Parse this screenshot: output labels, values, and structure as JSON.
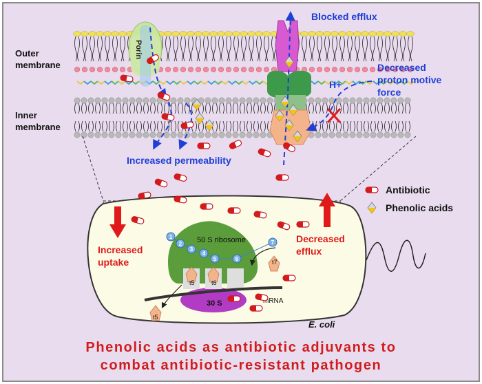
{
  "membrane": {
    "outer_label_1": "Outer",
    "outer_label_2": "membrane",
    "inner_label_1": "Inner",
    "inner_label_2": "membrane",
    "porin_label": "Porin",
    "blocked_efflux": "Blocked efflux",
    "pmf_1": "Decreased",
    "pmf_2": "proton motive",
    "pmf_3": "force",
    "proton": "H+",
    "increased_permeability": "Increased permeability"
  },
  "legend": {
    "antibiotic": "Antibiotic",
    "phenolic_acids": "Phenolic acids"
  },
  "cell": {
    "increased_uptake_1": "Increased",
    "increased_uptake_2": "uptake",
    "decreased_efflux_1": "Decreased",
    "decreased_efflux_2": "efflux",
    "ribosome_50s": "50 S ribosome",
    "ribosome_30s": "30 S",
    "mrna": "mRNA",
    "organism": "E. coli",
    "codons": [
      "1",
      "2",
      "3",
      "4",
      "5",
      "6",
      "7"
    ],
    "trna_labels": [
      "t5",
      "t6",
      "t7",
      "t5"
    ]
  },
  "caption": {
    "line1": "Phenolic acids as antibiotic adjuvants to",
    "line2": "combat antibiotic-resistant pathogen"
  },
  "colors": {
    "background": "#e9dcef",
    "frame": "#8a8a8a",
    "blue_text": "#1f3fd6",
    "red": "#e01a1a",
    "caption_red": "#d01c1c",
    "cell_fill": "#fbfbe6",
    "ribosome_green": "#5a9d3a",
    "ribosome_30s": "#b23bc4",
    "efflux_pump_magenta": "#d85ad0",
    "efflux_pump_green": "#3c9a4a",
    "efflux_pump_orange": "#f3b48c",
    "porin_green": "#c9e6a0",
    "lipid_head": "#efe05a",
    "lipid_head_inner": "#b9b9b9",
    "pink_head": "#f08a9c"
  }
}
